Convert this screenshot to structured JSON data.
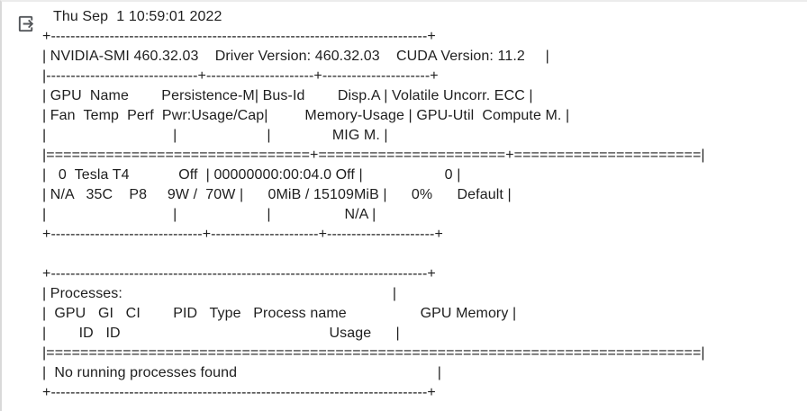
{
  "colors": {
    "background": "#ffffff",
    "text": "#1e1e1e",
    "icon": "#53565a",
    "border_top": "#ececec",
    "border_left": "#d9d9d9"
  },
  "icon": {
    "name": "cell-output-icon"
  },
  "terminal": {
    "date_line": "Thu Sep  1 10:59:01 2022",
    "lines": [
      "+-----------------------------------------------------------------------------+",
      "| NVIDIA-SMI 460.32.03    Driver Version: 460.32.03    CUDA Version: 11.2     |",
      "|-------------------------------+----------------------+----------------------+",
      "| GPU  Name        Persistence-M| Bus-Id        Disp.A | Volatile Uncorr. ECC |",
      "| Fan  Temp  Perf  Pwr:Usage/Cap|         Memory-Usage | GPU-Util  Compute M. |",
      "|                               |                      |               MIG M. |",
      "|===============================+======================+======================|",
      "|   0  Tesla T4            Off  | 00000000:00:04.0 Off |                    0 |",
      "| N/A   35C    P8     9W /  70W |      0MiB / 15109MiB |      0%      Default |",
      "|                               |                      |                  N/A |",
      "+-------------------------------+----------------------+----------------------+",
      "",
      "+-----------------------------------------------------------------------------+",
      "| Processes:                                                                  |",
      "|  GPU   GI   CI        PID   Type   Process name                  GPU Memory |",
      "|        ID   ID                                                   Usage      |",
      "|=============================================================================|",
      "|  No running processes found                                                 |",
      "+-----------------------------------------------------------------------------+"
    ]
  }
}
